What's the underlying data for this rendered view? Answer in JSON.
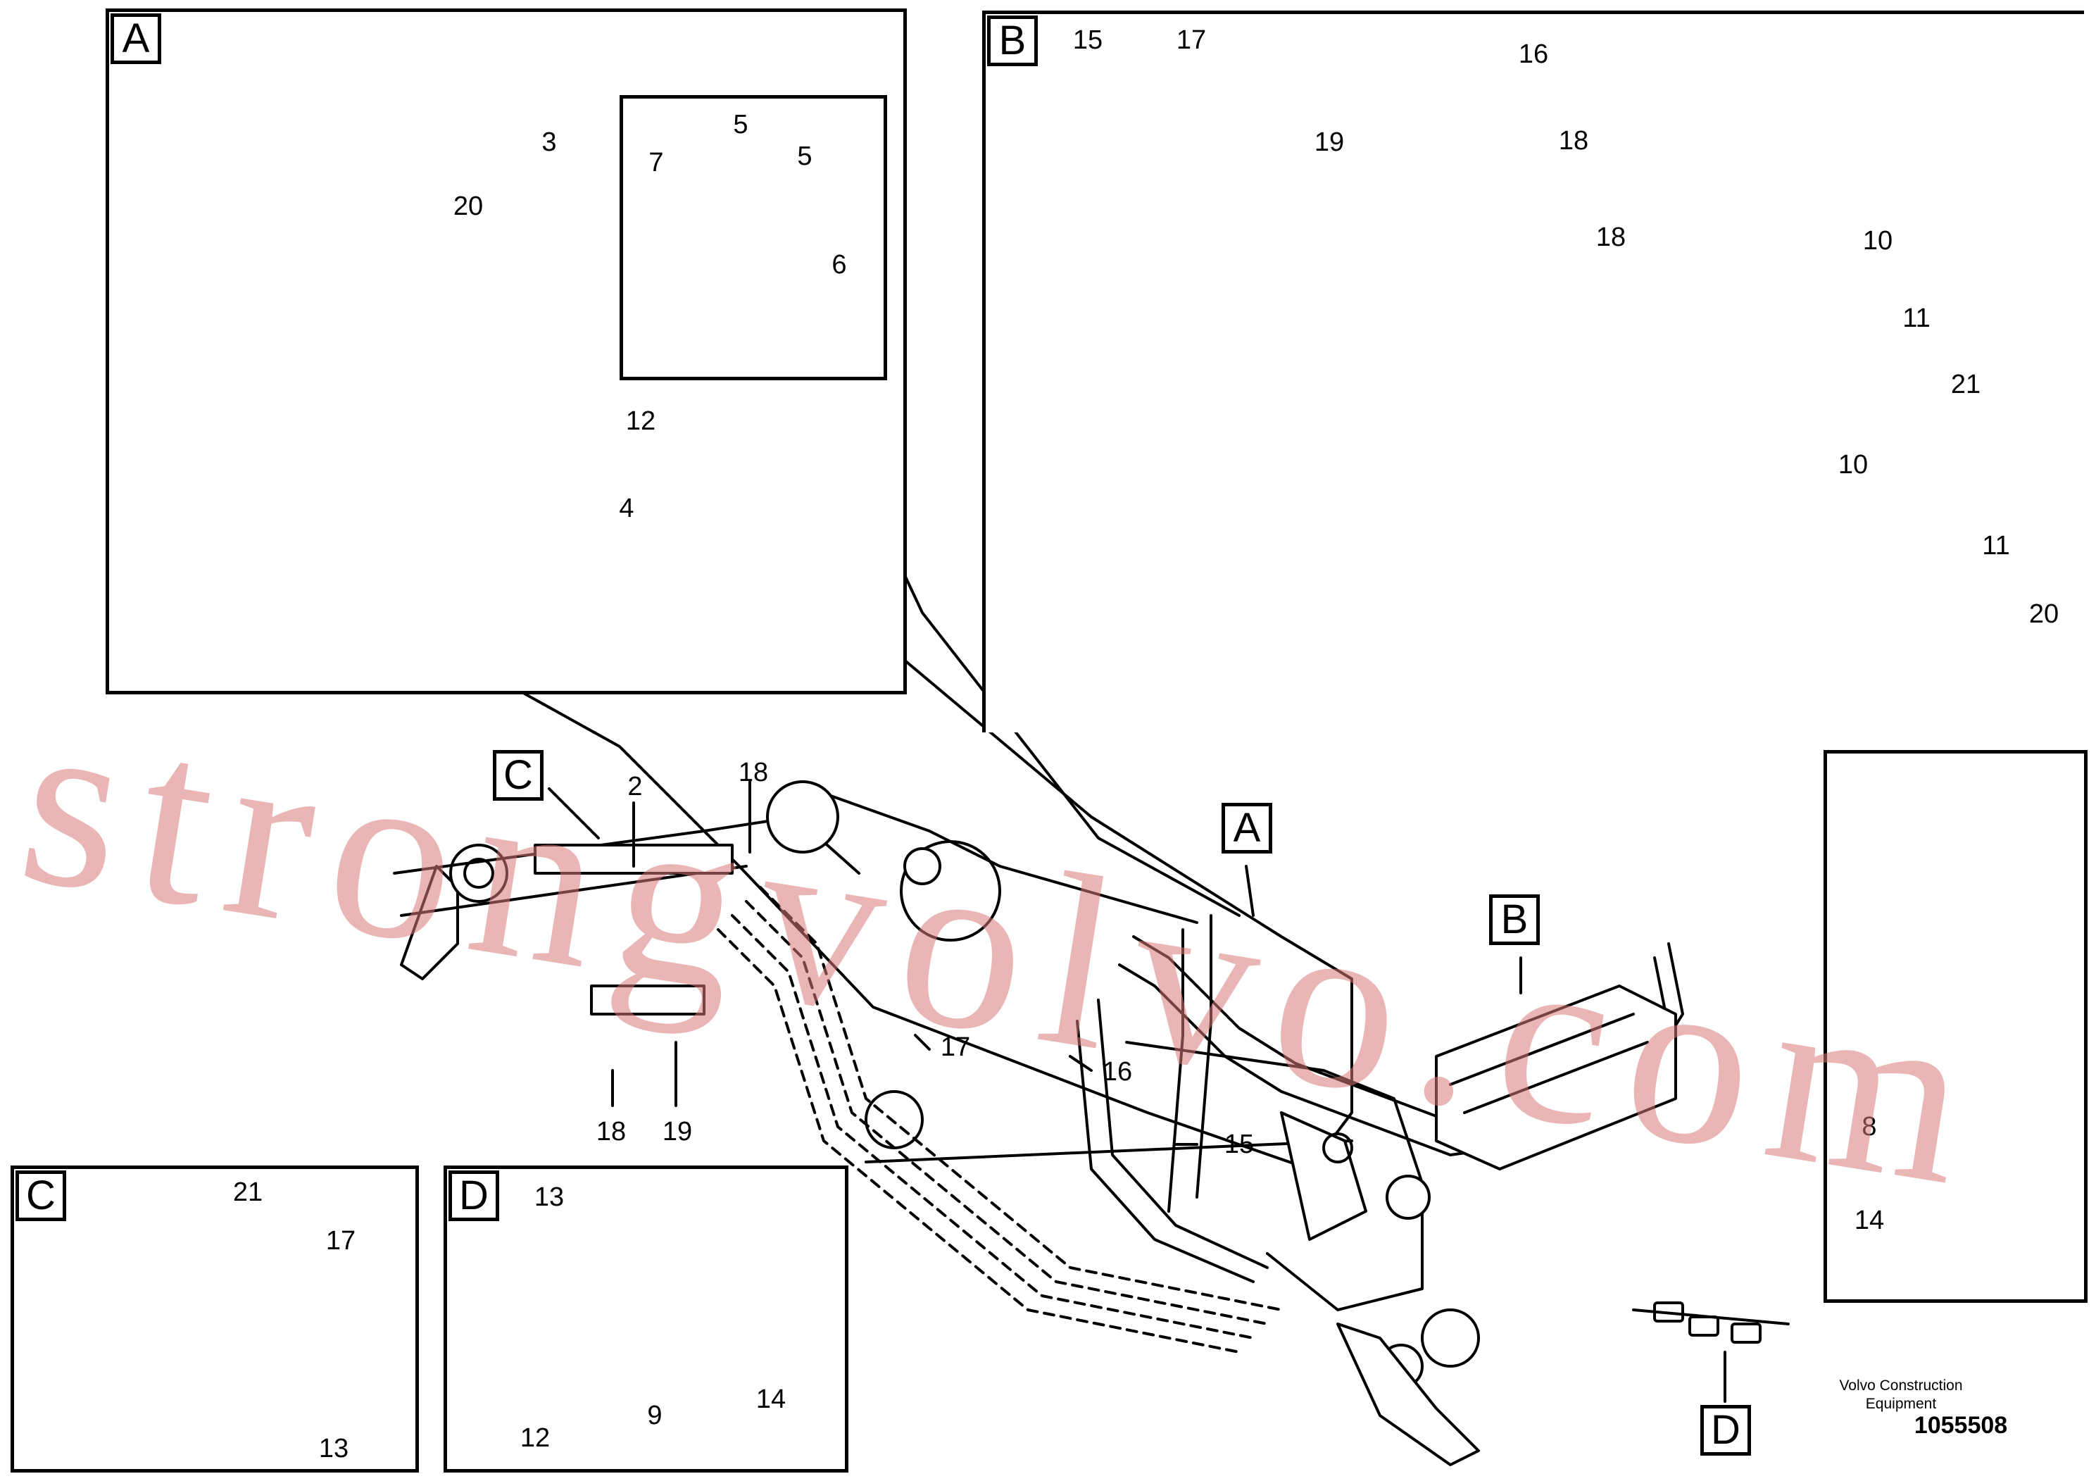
{
  "views": [
    {
      "letter": "A",
      "part_callouts": [
        "3",
        "20",
        "12",
        "4"
      ],
      "inset_callouts": [
        "5",
        "5",
        "7",
        "6"
      ]
    },
    {
      "letter": "B",
      "part_callouts": [
        "15",
        "17",
        "16",
        "19",
        "18",
        "18",
        "10",
        "11",
        "21",
        "10",
        "11",
        "20"
      ]
    },
    {
      "letter": "C",
      "part_callouts": [
        "21",
        "17",
        "13"
      ]
    },
    {
      "letter": "D",
      "part_callouts": [
        "13",
        "12",
        "9",
        "14"
      ]
    },
    {
      "letter": "",
      "part_callouts": [
        "8",
        "14"
      ]
    }
  ],
  "main_view": {
    "view_refs": [
      "C",
      "A",
      "B",
      "D"
    ],
    "part_callouts": [
      "2",
      "18",
      "17",
      "16",
      "15",
      "18",
      "19"
    ]
  },
  "footer": {
    "company_line1": "Volvo Construction",
    "company_line2": "Equipment",
    "drawing_number": "1055508"
  },
  "watermark": "strongvolvo.com"
}
